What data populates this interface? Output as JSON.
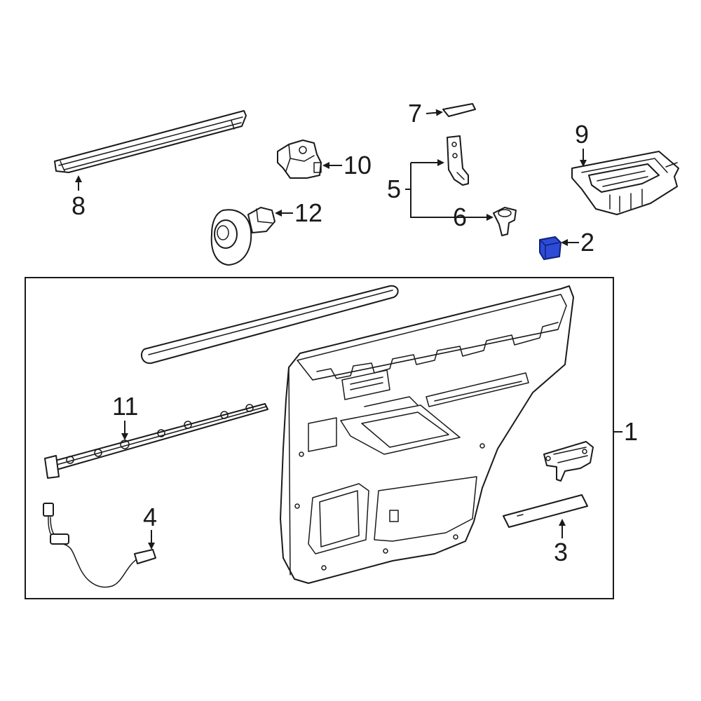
{
  "colors": {
    "ink": "#1a1a1a",
    "highlight_fill": "#2d4bd6",
    "highlight_stroke": "#0f1f7a",
    "background": "#ffffff"
  },
  "callouts": {
    "c1": "1",
    "c2": "2",
    "c3": "3",
    "c4": "4",
    "c5": "5",
    "c6": "6",
    "c7": "7",
    "c8": "8",
    "c9": "9",
    "c10": "10",
    "c11": "11",
    "c12": "12"
  },
  "highlighted_callout": "2"
}
